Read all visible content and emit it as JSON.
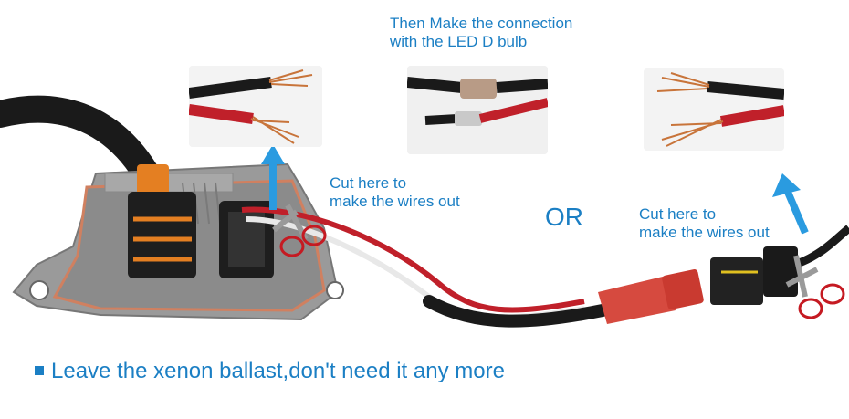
{
  "labels": {
    "connection_line1": "Then Make the connection",
    "connection_line2": "with the LED D bulb",
    "cut_left_line1": "Cut here to",
    "cut_left_line2": "make the wires out",
    "or": "OR",
    "cut_right_line1": "Cut here to",
    "cut_right_line2": "make the wires out"
  },
  "caption": {
    "text": "Leave the xenon ballast,don't need it any more"
  },
  "colors": {
    "text_blue": "#1b7fc4",
    "arrow_blue": "#2a9be0",
    "wire_red": "#c0202a",
    "scissor_red": "#c51a22",
    "connector_orange": "#e47f22"
  },
  "icons": [
    "arrow-up-icon",
    "scissors-icon",
    "arrow-up-right-icon",
    "scissors-icon"
  ]
}
